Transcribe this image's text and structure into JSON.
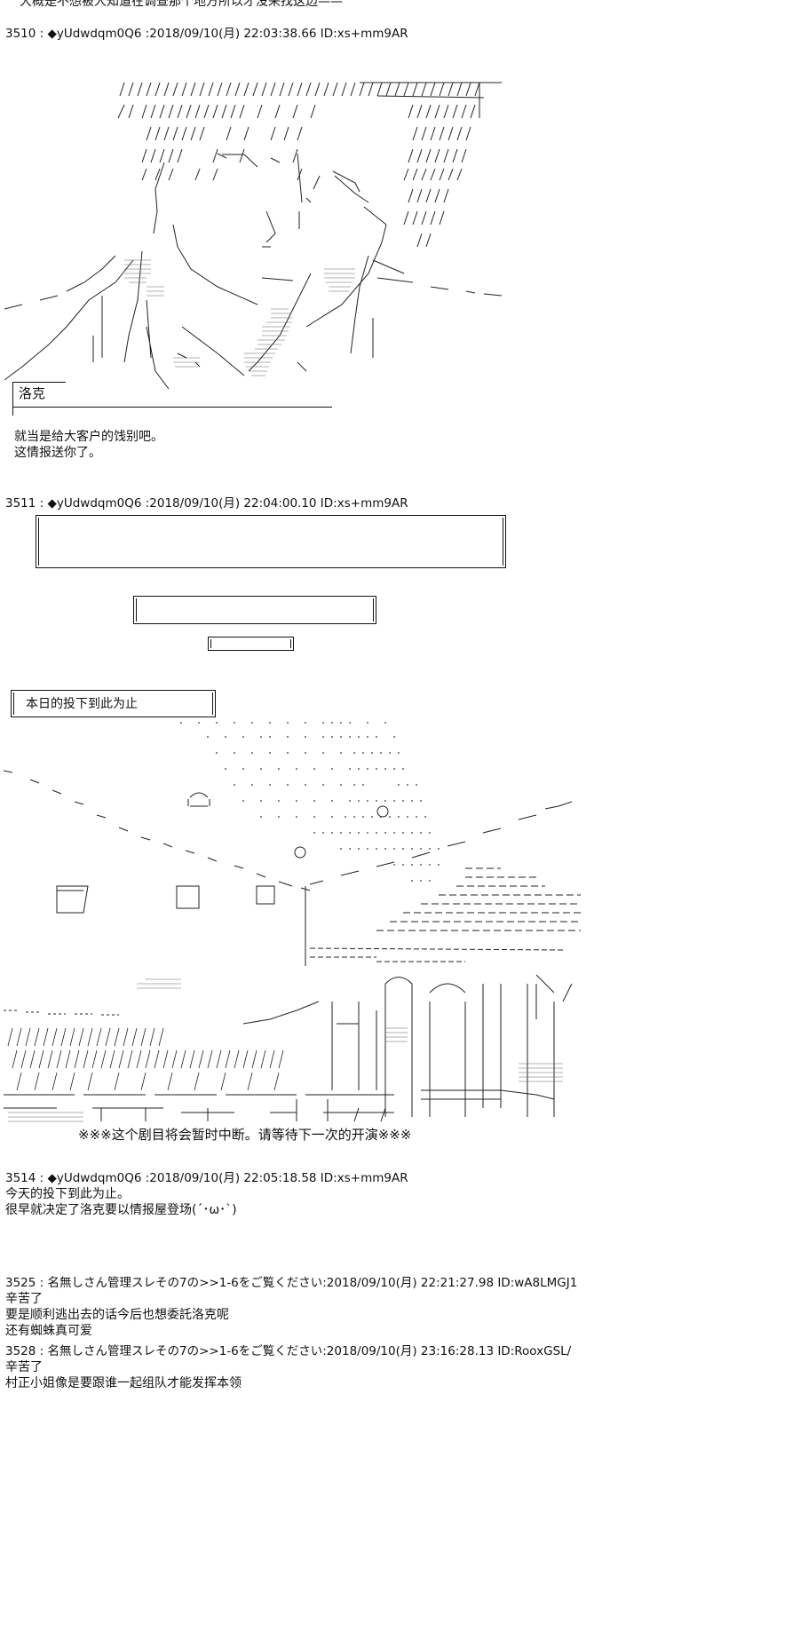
{
  "top_line": "大概是不想被人知道在调查那个地方所以才没来找这边——",
  "posts": [
    {
      "number": "3510",
      "author": "◆yUdwdqm0Q6",
      "date": "2018/09/10(月) 22:03:38.66",
      "id": "ID:xs+mm9AR",
      "header": "3510 : ◆yUdwdqm0Q6 :2018/09/10(月) 22:03:38.66 ID:xs+mm9AR"
    },
    {
      "number": "3511",
      "header": "3511 : ◆yUdwdqm0Q6 :2018/09/10(月) 22:04:00.10 ID:xs+mm9AR"
    },
    {
      "number": "3514",
      "header": "3514 : ◆yUdwdqm0Q6 :2018/09/10(月) 22:05:18.58 ID:xs+mm9AR",
      "lines": [
        "今天的投下到此为止。",
        "很早就决定了洛克要以情报屋登场(´･ω･`)"
      ]
    },
    {
      "number": "3525",
      "header": "3525 : 名無しさん管理スレその7の>>1-6をご覧ください:2018/09/10(月) 22:21:27.98 ID:wA8LMGJ1",
      "lines": [
        "辛苦了",
        "要是顺利逃出去的话今后也想委託洛克呢",
        "还有蜘蛛真可爱"
      ]
    },
    {
      "number": "3528",
      "header": "3528 : 名無しさん管理スレその7の>>1-6をご覧ください:2018/09/10(月) 23:16:28.13 ID:RooxGSL/",
      "lines": [
        "辛苦了",
        "村正小姐像是要跟谁一起组队才能发挥本领"
      ]
    }
  ],
  "speaker_label": "洛克",
  "speech_lines": [
    "就当是给大客户的饯别吧。",
    "这情报送你了。"
  ],
  "end_label": "本日的投下到此为止",
  "end_caption": "※※※这个剧目将会暂时中断。请等待下一次的开演※※※"
}
